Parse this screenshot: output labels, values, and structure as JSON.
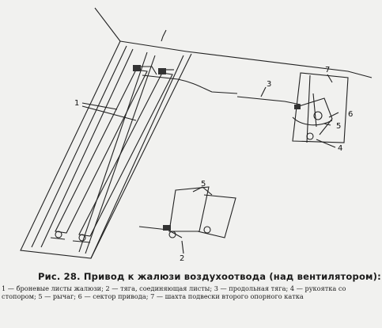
{
  "figure": {
    "callouts": [
      "1",
      "2",
      "3",
      "4",
      "5",
      "5",
      "6",
      "7"
    ],
    "caption_title": "Рис. 28. Привод к жалюзи воздухоотвода (над вентилятором):",
    "caption_text": "1 — броневые листы жалюзи; 2 — тяга, соединяющая листы; 3 — продольная тяга; 4 — рукоятка со стопором; 5 — рычаг; 6 — сектор привода; 7 — шахта подвески второго опорного катка"
  }
}
